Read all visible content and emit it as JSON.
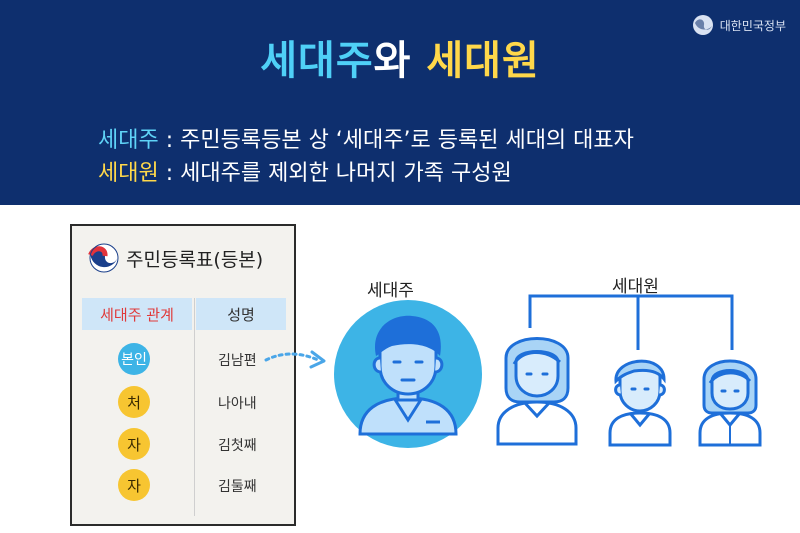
{
  "header": {
    "gov_logo_text": "대한민국정부",
    "title": {
      "part1": "세대주",
      "part2": "와 ",
      "part3": "세대원"
    },
    "definitions": [
      {
        "term": "세대주",
        "text": " : 주민등록등본 상 ‘세대주’로 등록된 세대의 대표자"
      },
      {
        "term": "세대원",
        "text": " : 세대주를 제외한 나머지 가족 구성원"
      }
    ]
  },
  "document": {
    "title": "주민등록표(등본)",
    "columns": [
      "세대주 관계",
      "성명"
    ],
    "rows": [
      {
        "relation": "본인",
        "name": "김남편"
      },
      {
        "relation": "처",
        "name": "나아내"
      },
      {
        "relation": "자",
        "name": "김첫째"
      },
      {
        "relation": "자",
        "name": "김둘째"
      }
    ]
  },
  "diagram": {
    "head_label": "세대주",
    "members_label": "세대원"
  },
  "colors": {
    "header_bg": "#0e2f6e",
    "cyan": "#4fd0f7",
    "yellow": "#ffd84a",
    "icon_blue": "#1e6fd9",
    "icon_light": "#a9d4f6"
  }
}
